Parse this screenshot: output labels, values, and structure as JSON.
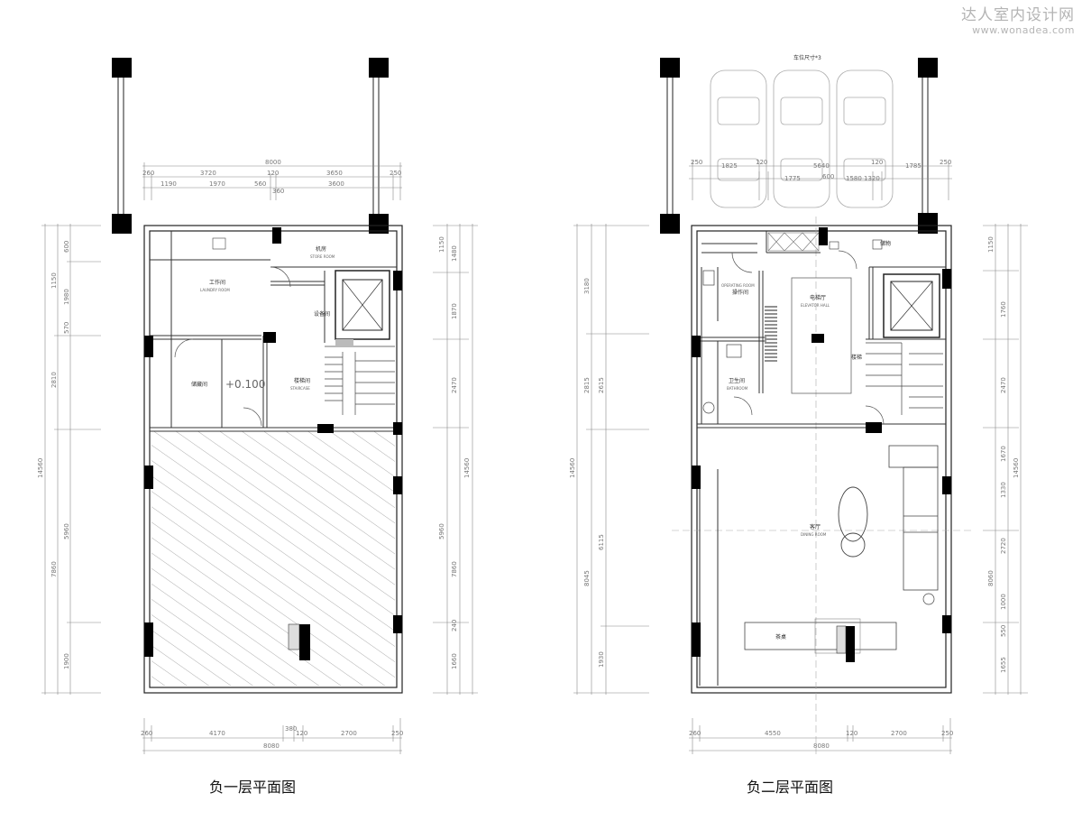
{
  "watermark": {
    "title": "达人室内设计网",
    "url": "www.wonadea.com"
  },
  "plans": [
    {
      "caption": "负一层平面图",
      "rooms": {
        "store": "机房",
        "store_en": "STORE ROOM",
        "laundry": "工作间",
        "laundry_en": "LAUNDRY ROOM",
        "stair": "楼梯间",
        "stair_en": "STAIRCASE",
        "storage": "储藏间",
        "utility": "设备间",
        "level": "+0.100"
      },
      "dims": {
        "top_total": "8000",
        "top_row1": [
          "260",
          "3720",
          "120",
          "3650",
          "250"
        ],
        "top_row2": [
          "1190",
          "1970",
          "560",
          "360",
          "3600"
        ],
        "bottom_row": [
          "260",
          "4170",
          "380",
          "120",
          "2700",
          "250"
        ],
        "bottom_total": "8080",
        "left_total": "14560",
        "left_row1": [
          "1150",
          "2810",
          "7860"
        ],
        "left_row2": [
          "600",
          "1980",
          "570",
          "5960",
          "1900"
        ],
        "right_total": "14560",
        "right_row1": [
          "1150",
          "1480",
          "1870",
          "2470",
          "5960",
          "7860",
          "240",
          "1660"
        ]
      }
    },
    {
      "caption": "负二层平面图",
      "rooms": {
        "parking": "车位尺寸*3",
        "operating": "操作间",
        "operating_en": "OPERATING ROOM",
        "elevator_hall": "电梯厅",
        "elevator_hall_en": "ELEVATOR HALL",
        "bathroom": "卫生间",
        "bathroom_en": "BATHROOM",
        "living": "客厅",
        "living_en": "DINING ROOM",
        "dining": "茶桌",
        "stair": "楼梯",
        "storage": "储物"
      },
      "dims": {
        "top_row1": [
          "250",
          "1825",
          "120",
          "5640",
          "120",
          "1785",
          "250"
        ],
        "top_row2": [
          "1775",
          "600",
          "1580",
          "1320"
        ],
        "bottom_row": [
          "260",
          "4550",
          "120",
          "2700",
          "250"
        ],
        "bottom_total": "8080",
        "left_total": "14560",
        "left_row1": [
          "3180",
          "2815",
          "8045"
        ],
        "left_row2": [
          "2615",
          "6115",
          "1930"
        ],
        "right_total": "14560",
        "right_row1": [
          "1150",
          "1760",
          "2470",
          "1670",
          "1330",
          "2720",
          "8060",
          "1000",
          "550",
          "1655"
        ]
      }
    }
  ]
}
